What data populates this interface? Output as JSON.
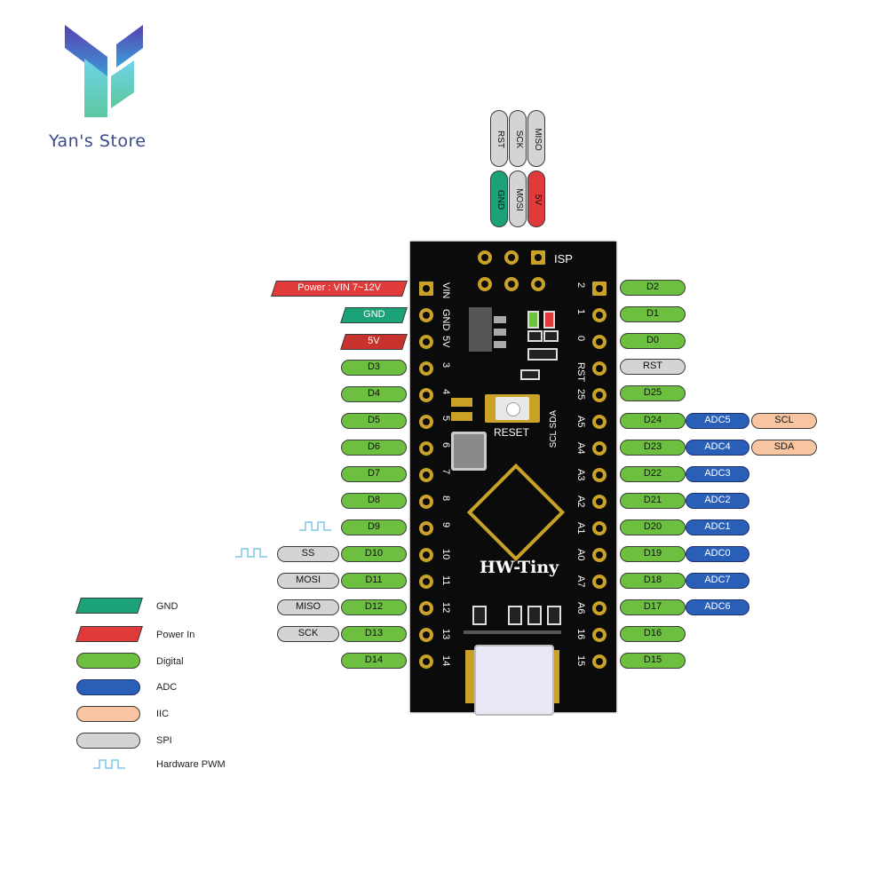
{
  "logo": {
    "text": "Yan's Store"
  },
  "board": {
    "name": "HW-Tiny",
    "reset_label": "RESET",
    "isp_label": "ISP",
    "left_silk": [
      "VIN",
      "GND",
      "5V",
      "3",
      "4",
      "5",
      "6",
      "7",
      "8",
      "9",
      "10",
      "11",
      "12",
      "13",
      "14"
    ],
    "right_silk": [
      "2",
      "1",
      "0",
      "RST",
      "25",
      "A5",
      "A4",
      "A3",
      "A2",
      "A1",
      "A0",
      "A7",
      "A6",
      "16",
      "15"
    ],
    "scl_sda_silk": "SCL SDA"
  },
  "isp_pins": {
    "top": [
      "RST",
      "SCK",
      "MISO"
    ],
    "bottom": [
      "GND",
      "MOSI",
      "5V"
    ]
  },
  "left_power": {
    "vin": "Power : VIN  7~12V",
    "gnd": "GND",
    "v5": "5V"
  },
  "left_digital": [
    "D3",
    "D4",
    "D5",
    "D6",
    "D7",
    "D8",
    "D9",
    "D10",
    "D11",
    "D12",
    "D13",
    "D14"
  ],
  "left_spi": [
    "SS",
    "MOSI",
    "MISO",
    "SCK"
  ],
  "right_digital": [
    "D2",
    "D1",
    "D0",
    "RST",
    "D25",
    "D24",
    "D23",
    "D22",
    "D21",
    "D20",
    "D19",
    "D18",
    "D17",
    "D16",
    "D15"
  ],
  "right_adc": [
    "ADC5",
    "ADC4",
    "ADC3",
    "ADC2",
    "ADC1",
    "ADC0",
    "ADC7",
    "ADC6"
  ],
  "right_iic": [
    "SCL",
    "SDA"
  ],
  "legend": [
    {
      "label": "GND",
      "color": "#1aa378"
    },
    {
      "label": "Power In",
      "color": "#e03a3a"
    },
    {
      "label": "Digital",
      "color": "#6cbf3f"
    },
    {
      "label": "ADC",
      "color": "#2a5fb8"
    },
    {
      "label": "IIC",
      "color": "#f7c5a1"
    },
    {
      "label": "SPI",
      "color": "#d4d4d4"
    },
    {
      "label": "Hardware PWM",
      "icon": "pwm-wave-icon"
    }
  ]
}
